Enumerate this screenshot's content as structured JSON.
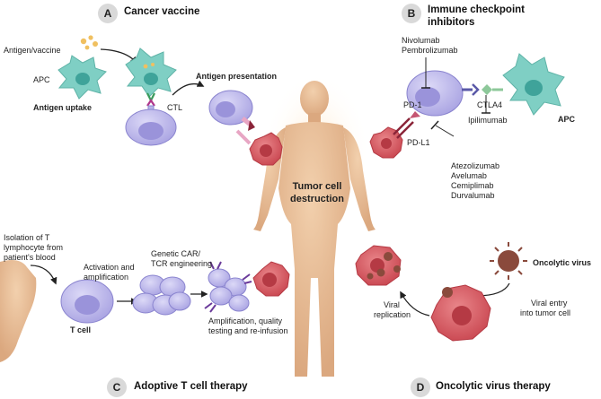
{
  "panels": {
    "a": {
      "letter": "A",
      "title": "Cancer vaccine"
    },
    "b": {
      "letter": "B",
      "title": "Immune checkpoint",
      "title2": "inhibitors"
    },
    "c": {
      "letter": "C",
      "title": "Adoptive T cell therapy"
    },
    "d": {
      "letter": "D",
      "title": "Oncolytic virus therapy"
    }
  },
  "center": {
    "line1": "Tumor cell",
    "line2": "destruction"
  },
  "vaccine": {
    "antigen": "Antigen/vaccine",
    "apc": "APC",
    "uptake": "Antigen uptake",
    "ctl": "CTL",
    "presentation": "Antigen presentation"
  },
  "checkpoint": {
    "pd1_drugs": [
      "Nivolumab",
      "Pembrolizumab"
    ],
    "pd1": "PD-1",
    "pdl1": "PD-L1",
    "pdl1_drugs": [
      "Atezolizumab",
      "Avelumab",
      "Cemiplimab",
      "Durvalumab"
    ],
    "ctla4": "CTLA4",
    "ctla4_drug": "Ipilimumab",
    "apc": "APC"
  },
  "adoptive": {
    "isolation": [
      "Isolation of T",
      "lymphocyte from",
      "patient's blood"
    ],
    "activation": [
      "Activation and",
      "amplification"
    ],
    "engineering": [
      "Genetic CAR/",
      "TCR engineering"
    ],
    "tcell": "T cell",
    "infusion": [
      "Amplification, quality",
      "testing and re-infusion"
    ]
  },
  "oncolytic": {
    "virus": "Oncolytic virus",
    "entry": [
      "Viral entry",
      "into tumor cell"
    ],
    "replication": [
      "Viral",
      "replication"
    ]
  },
  "colors": {
    "tcell": "#b8b4e8",
    "tcell_edge": "#8a84cf",
    "apc": "#7fcfc4",
    "tumor": "#d9595f",
    "tumor_core": "#b53a44",
    "virus": "#8a4a3c",
    "body": "#e7bc95",
    "badge": "#d9d9d9"
  }
}
